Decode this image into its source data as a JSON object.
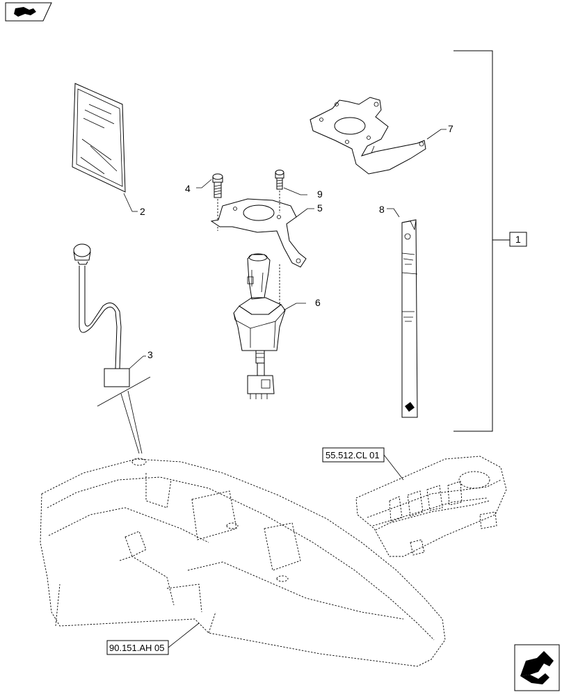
{
  "title": "",
  "callouts": {
    "c1": "1",
    "c2": "2",
    "c3": "3",
    "c4": "4",
    "c5": "5",
    "c6": "6",
    "c7": "7",
    "c8": "8",
    "c9": "9"
  },
  "references": {
    "ref_console": "90.151.AH 05",
    "ref_panel": "55.512.CL 01"
  },
  "icons": {
    "top_left": "book-arrow-icon",
    "bottom_right": "next-page-arrow-icon"
  }
}
